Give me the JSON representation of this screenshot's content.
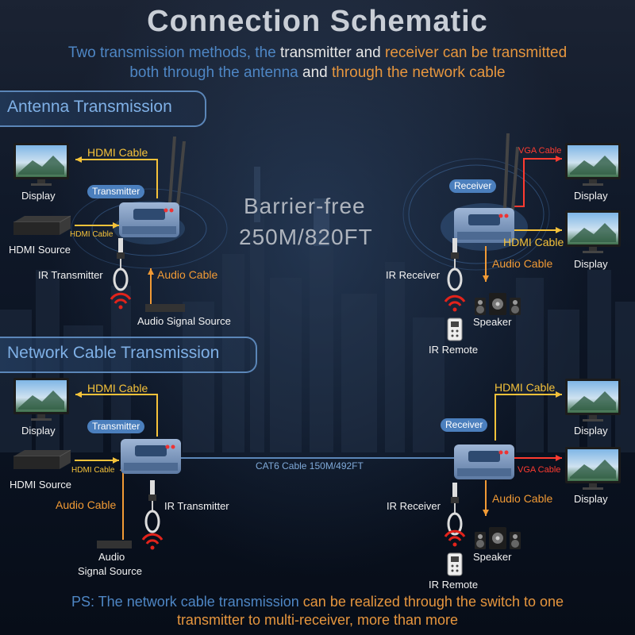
{
  "header": {
    "title": "Connection Schematic",
    "subtitle": {
      "line1_a": "Two transmission methods, the",
      "line1_b": " transmitter and ",
      "line1_c": "receiver",
      "line1_d": " can be transmitted",
      "line2_a": "both through the antenna",
      "line2_b": " and ",
      "line2_c": "through the network cable"
    }
  },
  "antenna": {
    "section_title": "Antenna Transmission",
    "center_text_1": "Barrier-free",
    "center_text_2": "250M/820FT",
    "tx": {
      "pill": "Transmitter",
      "display": "Display",
      "hdmi_out": "HDMI Cable",
      "hdmi_source": "HDMI Source",
      "hdmi_in": "HDMI Cable",
      "ir_transmitter": "IR Transmitter",
      "audio_cable": "Audio Cable",
      "audio_source": "Audio Signal Source"
    },
    "rx": {
      "pill": "Receiver",
      "vga_cable": "VGA Cable",
      "display_top": "Display",
      "hdmi_cable": "HDMI Cable",
      "display_mid": "Display",
      "audio_cable": "Audio Cable",
      "ir_receiver": "IR Receiver",
      "speaker": "Speaker",
      "ir_remote": "IR Remote"
    }
  },
  "network": {
    "section_title": "Network Cable Transmission",
    "cat6": "CAT6 Cable 150M/492FT",
    "tx": {
      "pill": "Transmitter",
      "display": "Display",
      "hdmi_out": "HDMI Cable",
      "hdmi_source": "HDMI Source",
      "hdmi_in": "HDMI Cable",
      "audio_cable": "Audio Cable",
      "ir_transmitter": "IR Transmitter",
      "audio_source_1": "Audio",
      "audio_source_2": "Signal Source"
    },
    "rx": {
      "pill": "Receiver",
      "hdmi_cable": "HDMI Cable",
      "display_top": "Display",
      "vga_cable": "VGA Cable",
      "display_mid": "Display",
      "audio_cable": "Audio Cable",
      "ir_receiver": "IR Receiver",
      "speaker": "Speaker",
      "ir_remote": "IR Remote"
    }
  },
  "footer": {
    "a": "PS: The ",
    "b": "network cable transmission",
    "c": " can be realized through the switch to one",
    "d": "transmitter to multi-receiver, more than more"
  },
  "colors": {
    "hdmi": "#f5c23a",
    "audio": "#f19a35",
    "vga": "#ff3b30",
    "cat6": "#5b86b8",
    "accent": "#4b7fbd"
  }
}
